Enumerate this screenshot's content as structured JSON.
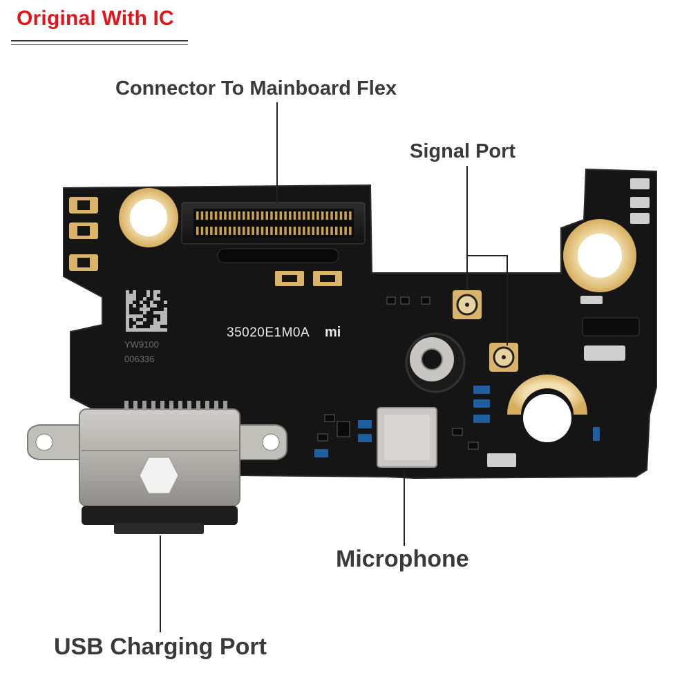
{
  "badge": {
    "text": "Original With IC",
    "color": "#e4141b"
  },
  "callouts": {
    "connector": "Connector To Mainboard Flex",
    "signal": "Signal Port",
    "microphone": "Microphone",
    "usb": "USB Charging Port"
  },
  "board": {
    "part_number": "35020E1M0A",
    "brand_mark": "mi",
    "code_line_1": "YW9100",
    "code_line_2": "006336",
    "pcb_color": "#141414",
    "pad_color": "#d9b46a",
    "ring_color": "#e2c17a",
    "usb_shell_color": "#b9b7b3"
  },
  "icons": {
    "datamatrix": "datamatrix-code-icon",
    "mi_logo": "mi-logo-icon"
  }
}
